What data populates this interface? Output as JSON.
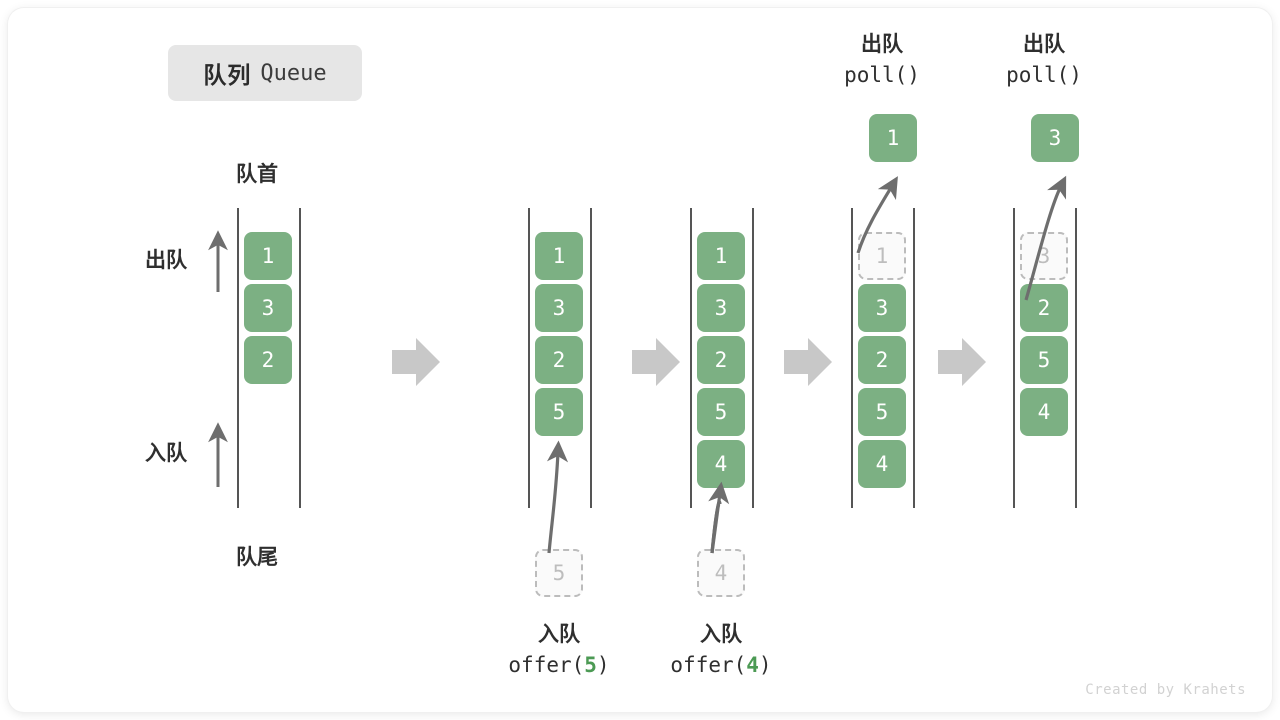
{
  "diagram": {
    "title_cn": "队列",
    "title_en": "Queue",
    "credit": "Created by Krahets",
    "accent_green": "#7cb083",
    "ghost_gray": "#bcbcbc",
    "arrow_gray": "#6e6e6e",
    "step_arrow_gray": "#c8c8c8"
  },
  "axis_labels": {
    "front": "队首",
    "rear": "队尾",
    "dequeue": "出队",
    "enqueue": "入队"
  },
  "stages": [
    {
      "id": "stage-1",
      "items": [
        "1",
        "3",
        "2"
      ],
      "ghost_top": null,
      "ghost_bottom": null,
      "caption_top": null,
      "caption_bottom": null,
      "popped": null
    },
    {
      "id": "stage-2",
      "items": [
        "1",
        "3",
        "2",
        "5"
      ],
      "ghost_top": null,
      "ghost_bottom": "5",
      "caption_top": null,
      "caption_bottom": {
        "cn": "入队",
        "fn": "offer(",
        "arg": "5",
        "close": ")"
      },
      "popped": null
    },
    {
      "id": "stage-3",
      "items": [
        "1",
        "3",
        "2",
        "5",
        "4"
      ],
      "ghost_top": null,
      "ghost_bottom": "4",
      "caption_top": null,
      "caption_bottom": {
        "cn": "入队",
        "fn": "offer(",
        "arg": "4",
        "close": ")"
      },
      "popped": null
    },
    {
      "id": "stage-4",
      "items": [
        "3",
        "2",
        "5",
        "4"
      ],
      "ghost_top": "1",
      "ghost_bottom": null,
      "caption_top": {
        "cn": "出队",
        "fn": "poll()"
      },
      "caption_bottom": null,
      "popped": "1"
    },
    {
      "id": "stage-5",
      "items": [
        "2",
        "5",
        "4"
      ],
      "ghost_top": "3",
      "ghost_bottom": null,
      "caption_top": {
        "cn": "出队",
        "fn": "poll()"
      },
      "caption_bottom": null,
      "popped": "3"
    }
  ]
}
